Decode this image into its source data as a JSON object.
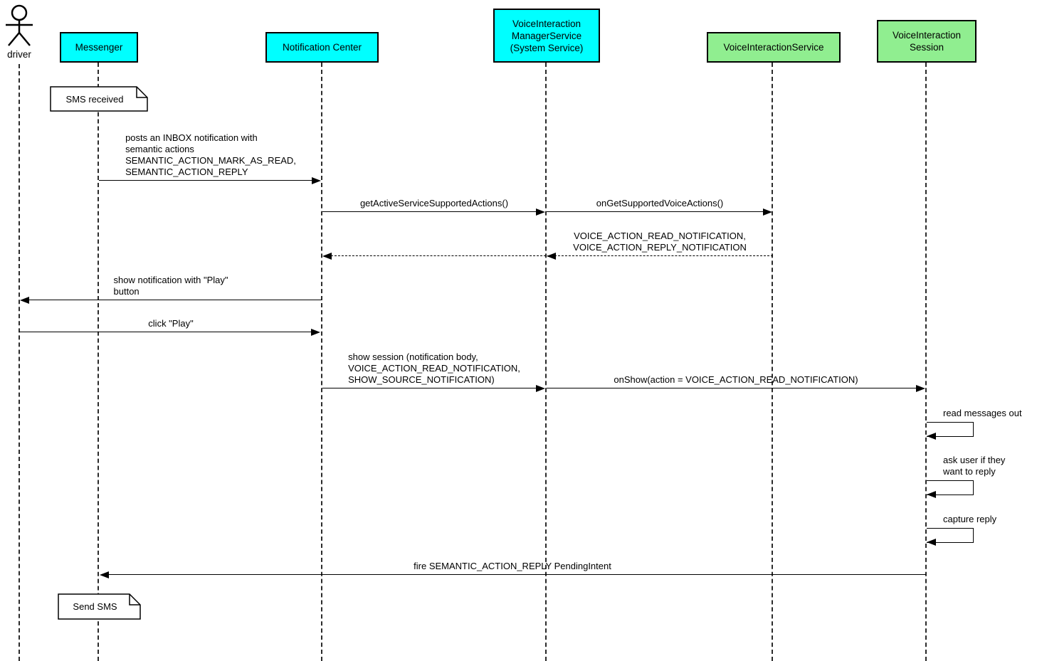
{
  "diagram_type": "uml-sequence",
  "actor": {
    "label": "driver"
  },
  "participants": [
    {
      "id": "messenger",
      "label": "Messenger",
      "fill": "#00FFFF"
    },
    {
      "id": "notification-center",
      "label": "Notification Center",
      "fill": "#00FFFF"
    },
    {
      "id": "voice-interaction-manager-service",
      "label": "VoiceInteraction\nManagerService\n(System Service)",
      "fill": "#00FFFF"
    },
    {
      "id": "voice-interaction-service",
      "label": "VoiceInteractionService",
      "fill": "#90EE90"
    },
    {
      "id": "voice-interaction-session",
      "label": "VoiceInteraction\nSession",
      "fill": "#90EE90"
    }
  ],
  "notes": [
    {
      "text": "SMS received"
    },
    {
      "text": "Send SMS"
    }
  ],
  "messages": [
    {
      "label": "posts an INBOX notification with\nsemantic actions\nSEMANTIC_ACTION_MARK_AS_READ,\nSEMANTIC_ACTION_REPLY",
      "from": "Messenger",
      "to": "Notification Center",
      "style": "solid"
    },
    {
      "label": "getActiveServiceSupportedActions()",
      "from": "Notification Center",
      "to": "VoiceInteractionManagerService",
      "style": "solid"
    },
    {
      "label": "onGetSupportedVoiceActions()",
      "from": "VoiceInteractionManagerService",
      "to": "VoiceInteractionService",
      "style": "solid"
    },
    {
      "label": "VOICE_ACTION_READ_NOTIFICATION,\nVOICE_ACTION_REPLY_NOTIFICATION",
      "from": "VoiceInteractionService",
      "to": "Notification Center",
      "style": "dashed-return"
    },
    {
      "label": "show notification with \"Play\"\nbutton",
      "from": "Notification Center",
      "to": "driver",
      "style": "solid"
    },
    {
      "label": "click \"Play\"",
      "from": "driver",
      "to": "Notification Center",
      "style": "solid"
    },
    {
      "label": "show session (notification body,\nVOICE_ACTION_READ_NOTIFICATION,\nSHOW_SOURCE_NOTIFICATION)",
      "from": "Notification Center",
      "to": "VoiceInteractionManagerService",
      "style": "solid"
    },
    {
      "label": "onShow(action = VOICE_ACTION_READ_NOTIFICATION)",
      "from": "VoiceInteractionManagerService",
      "to": "VoiceInteractionSession",
      "style": "solid"
    },
    {
      "label": "read messages out",
      "from": "VoiceInteractionSession",
      "to": "VoiceInteractionSession",
      "style": "self"
    },
    {
      "label": "ask user if they\nwant to reply",
      "from": "VoiceInteractionSession",
      "to": "VoiceInteractionSession",
      "style": "self"
    },
    {
      "label": "capture reply",
      "from": "VoiceInteractionSession",
      "to": "VoiceInteractionSession",
      "style": "self"
    },
    {
      "label": "fire SEMANTIC_ACTION_REPLY PendingIntent",
      "from": "VoiceInteractionSession",
      "to": "Messenger",
      "style": "solid"
    }
  ],
  "colors": {
    "participant_cyan": "#00FFFF",
    "participant_green": "#90EE90",
    "note_background": "#FFFFFF",
    "line": "#000000",
    "background": "#FFFFFF"
  }
}
